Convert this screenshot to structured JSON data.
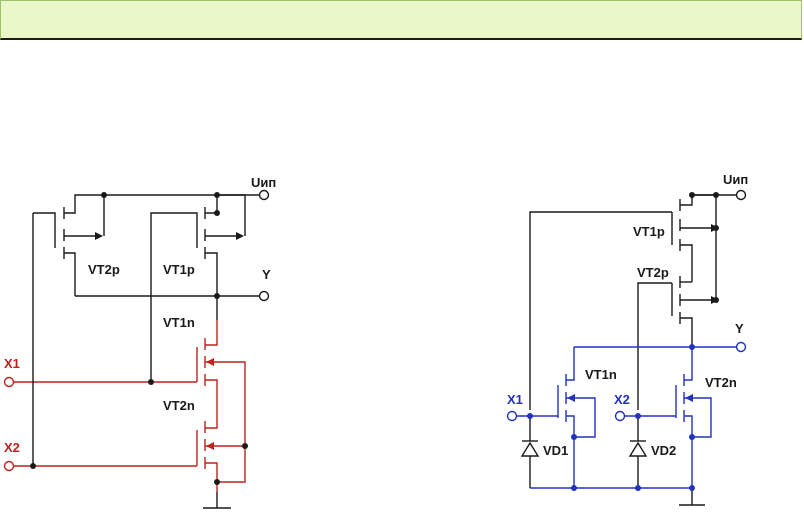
{
  "colors": {
    "header_bg": "#eaf7c8",
    "black_wire": "#1a1a1a",
    "red_wire": "#c0201e",
    "blue_wire": "#2233bb"
  },
  "left_circuit": {
    "supply": "Uип",
    "output": "Y",
    "input1": "X1",
    "input2": "X2",
    "transistors": [
      "VT2p",
      "VT1p",
      "VT1n",
      "VT2n"
    ]
  },
  "right_circuit": {
    "supply": "Uип",
    "output": "Y",
    "input1": "X1",
    "input2": "X2",
    "transistors": [
      "VT1p",
      "VT2p",
      "VT1n",
      "VT2n"
    ],
    "diodes": [
      "VD1",
      "VD2"
    ]
  }
}
